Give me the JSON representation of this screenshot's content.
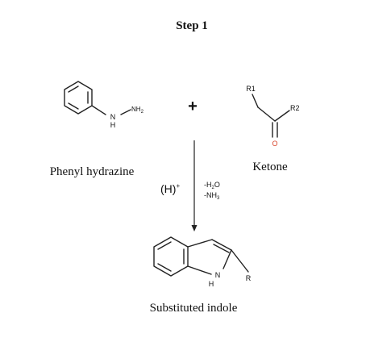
{
  "title": "Step 1",
  "plus_sign": "+",
  "reactant_1": {
    "name": "Phenyl hydrazine",
    "atoms": {
      "nh2": "NH",
      "nh2_sub": "2",
      "n": "N",
      "h": "H"
    }
  },
  "reactant_2": {
    "name": "Ketone",
    "atoms": {
      "r1": "R1",
      "r2": "R2",
      "o": "O"
    }
  },
  "conditions": {
    "catalyst": "(H)",
    "catalyst_sup": "+",
    "loss_1": "-H",
    "loss_1_sub": "2",
    "loss_1_tail": "O",
    "loss_2": "-NH",
    "loss_2_sub": "3"
  },
  "product": {
    "name": "Substituted indole",
    "atoms": {
      "n": "N",
      "h": "H",
      "r": "R"
    }
  },
  "colors": {
    "oxygen": "#d9442b",
    "ink": "#111111",
    "bond": "#222222"
  }
}
